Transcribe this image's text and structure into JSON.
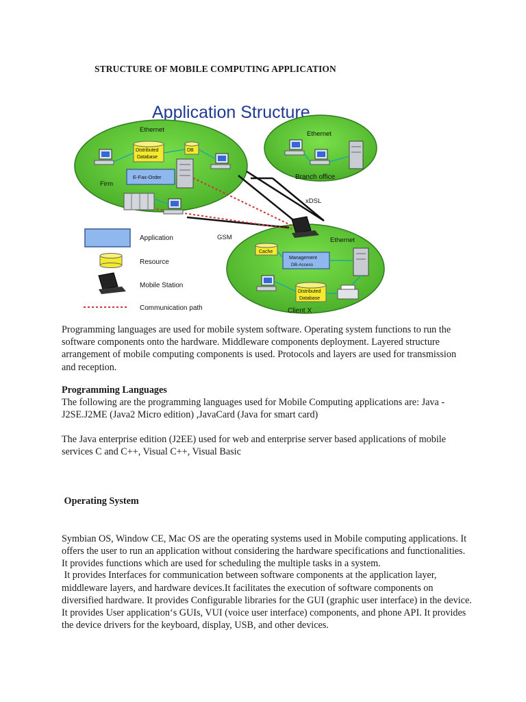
{
  "document": {
    "title": "STRUCTURE OF MOBILE COMPUTING APPLICATION"
  },
  "figure": {
    "title": "Application Structure",
    "nodes": {
      "firm": {
        "label": "Firm",
        "network": "Ethernet",
        "distributed_db": [
          "Distributed",
          "Database"
        ],
        "db": "DB",
        "efax": "E-Fax-Order"
      },
      "branch": {
        "label": "Branch office",
        "network": "Ethernet"
      },
      "client": {
        "label": "Client X",
        "network": "Ethernet",
        "cache": "Cache",
        "management": [
          "Management",
          "DB-Access"
        ],
        "distributed_db": [
          "Distributed",
          "Database"
        ]
      }
    },
    "links": {
      "xdsl": "xDSL",
      "gsm": "GSM"
    },
    "legend": {
      "application": "Application",
      "resource": "Resource",
      "mobile_station": "Mobile Station",
      "communication_path": "Communication path"
    },
    "colors": {
      "ellipse": "#5ec531",
      "ellipse_stroke": "#2e7d1e",
      "app_box": "#8fb8ef",
      "resource": "#f3ea2e",
      "title": "#1f3a93",
      "dashed": "#cc3333"
    }
  },
  "intro": "Programming languages are used for mobile system software. Operating system functions to run the software components onto the hardware. Middleware components deployment. Layered structure arrangement of mobile computing components is used. Protocols and layers are used for transmission and reception.",
  "programming_languages": {
    "heading": "Programming Languages",
    "para1": "The following are the programming languages used for Mobile Computing applications are: Java - J2SE.J2ME (Java2 Micro edition) ,JavaCard (Java for smart card)",
    "para2": "The Java enterprise edition (J2EE) used for web and enterprise server based applications of mobile services C and C++, Visual C++, Visual Basic"
  },
  "operating_system": {
    "heading": " Operating System",
    "para1": "Symbian OS, Window CE, Mac OS are the operating systems used in Mobile computing applications. It offers the user to run an application without considering the hardware specifications and functionalities. It provides functions which are used for scheduling the multiple tasks in a system.",
    "para2": " It provides Interfaces for communication between software components at the application layer, middleware layers, and hardware devices.It facilitates the execution of software components on diversified hardware. It provides Configurable libraries for the GUI (graphic user interface) in the device. It provides User application‘s GUIs, VUI (voice user interface) components, and phone API. It provides the device drivers for the keyboard, display, USB, and other devices."
  }
}
